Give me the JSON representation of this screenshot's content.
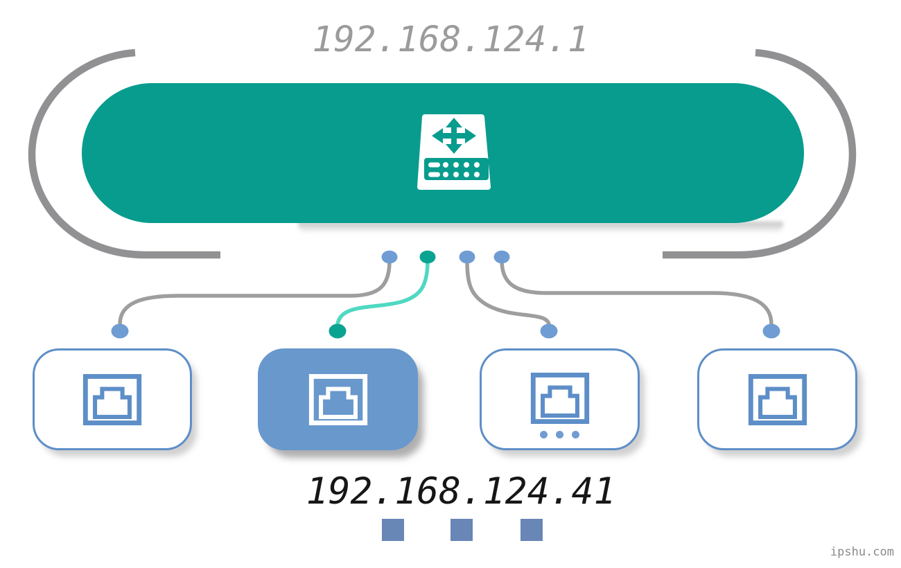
{
  "gateway": {
    "ip": "192.168.124.1",
    "icon": "network-switch-icon"
  },
  "device": {
    "ip": "192.168.124.41"
  },
  "ports": [
    {
      "icon": "ethernet-port-icon",
      "highlighted": false,
      "ellipsis": false
    },
    {
      "icon": "ethernet-port-icon",
      "highlighted": true,
      "ellipsis": false
    },
    {
      "icon": "ethernet-port-icon",
      "highlighted": false,
      "ellipsis": true
    },
    {
      "icon": "ethernet-port-icon",
      "highlighted": false,
      "ellipsis": false
    }
  ],
  "watermark": "ipshu.com",
  "colors": {
    "teal": "#089c8e",
    "teal_wire": "#4fd8c2",
    "teal_dot": "#0aa392",
    "blue": "#6f9cd2",
    "port_border_blue": "#5d8ec7",
    "port_fill_blue": "#6898cc",
    "square_blue": "#6886b6",
    "arc_gray": "#919194",
    "wire_gray": "#9e9e9e",
    "title_gray": "#9b9b9b",
    "device_text": "#161616",
    "watermark_gray": "#8a8a8a",
    "white": "#ffffff"
  }
}
